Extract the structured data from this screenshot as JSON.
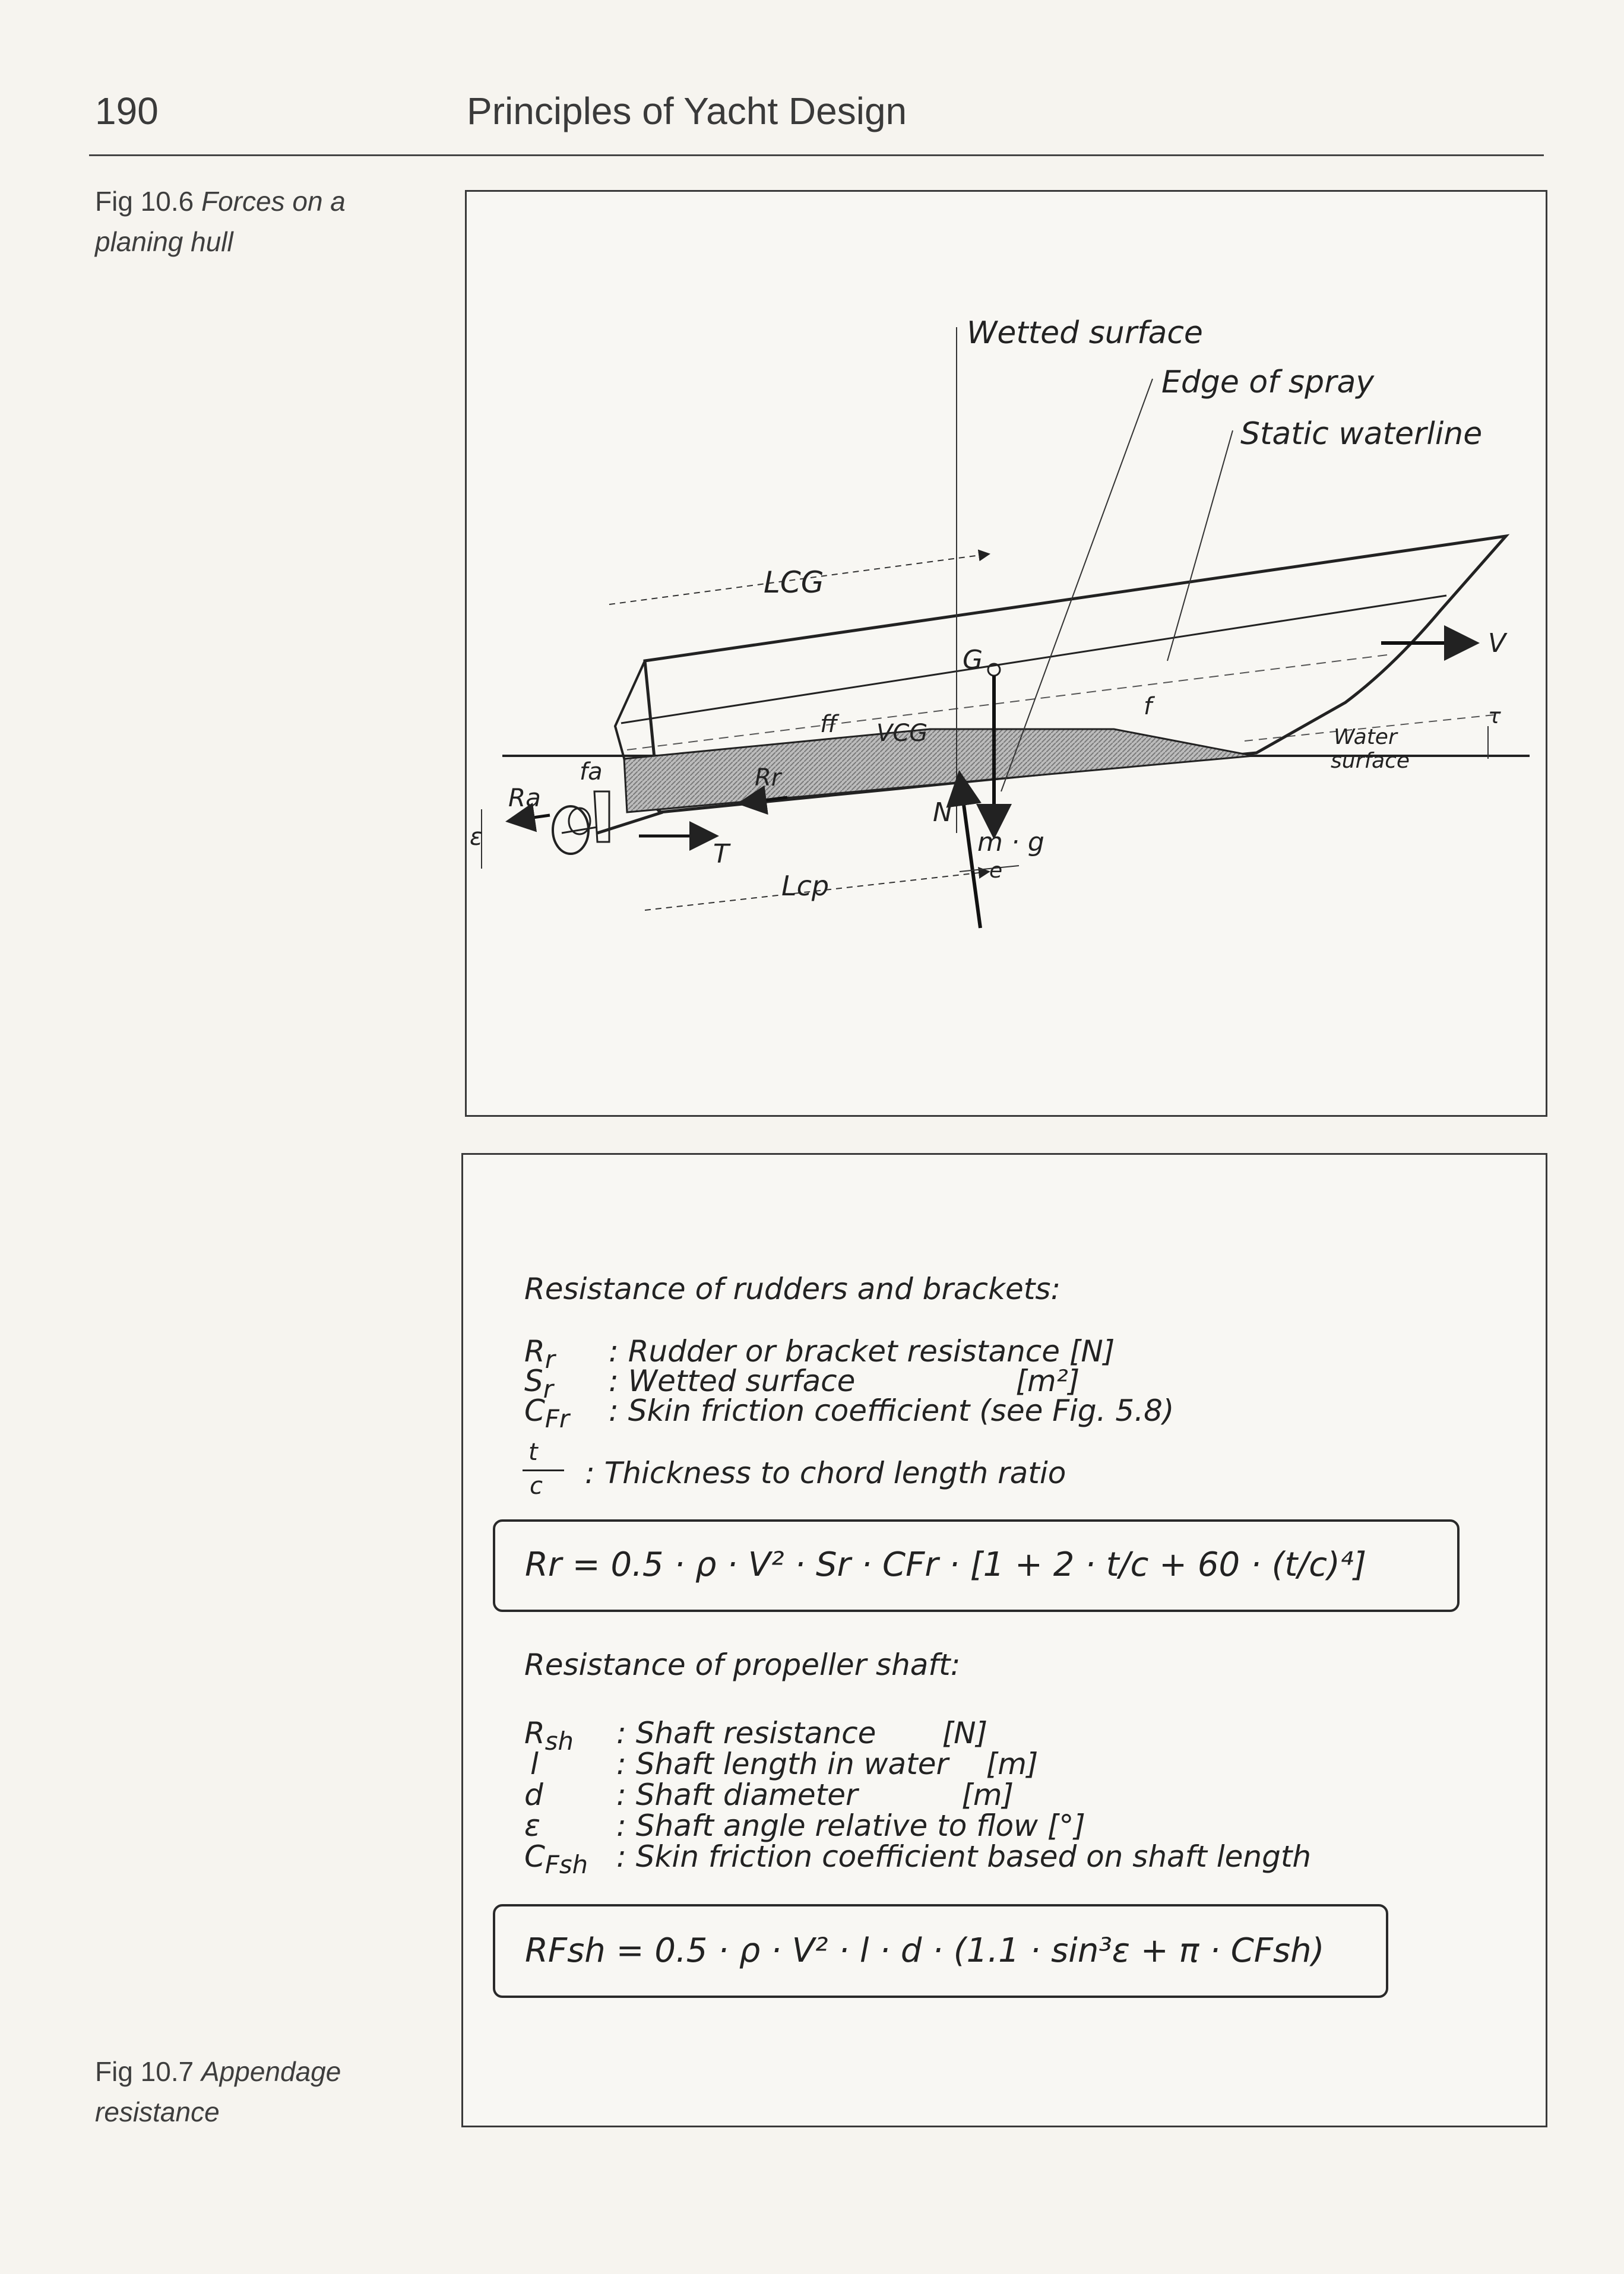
{
  "header": {
    "page_number": "190",
    "running_title": "Principles of Yacht Design"
  },
  "figures": {
    "fig1": {
      "label": "Fig 10.6",
      "title": "Forces on a planing hull"
    },
    "fig2": {
      "label": "Fig 10.7",
      "title": "Appendage resistance"
    }
  },
  "diagram_labels": {
    "wetted_surface": "Wetted surface",
    "edge_of_spray": "Edge of spray",
    "static_waterline": "Static waterline",
    "lcg": "LCG",
    "g": "G",
    "v": "V",
    "ff": "ff",
    "vcg": "VCG",
    "f": "f",
    "fa": "fa",
    "rr": "Rr",
    "ra": "Ra",
    "eps": "ε",
    "t_thrust": "T",
    "n": "N",
    "mg": "m · g",
    "e": "e",
    "lcp": "Lcp",
    "water": "Water",
    "surface": "surface",
    "tau": "τ"
  },
  "rudders": {
    "heading": "Resistance of rudders and brackets:",
    "defs": [
      {
        "sym": "R",
        "sub": "r",
        "desc": ": Rudder or bracket resistance [N]"
      },
      {
        "sym": "S",
        "sub": "r",
        "desc": ": Wetted surface                 [m²]"
      },
      {
        "sym": "C",
        "sub": "Fr",
        "desc": ": Skin friction coefficient (see Fig. 5.8)"
      }
    ],
    "ratio_num": "t",
    "ratio_den": "c",
    "ratio_desc": ": Thickness to chord length ratio",
    "formula": "Rr = 0.5 · ρ · V² · Sr · CFr · [1 + 2 · t/c + 60 · (t/c)⁴]"
  },
  "shaft": {
    "heading": "Resistance of propeller shaft:",
    "defs": [
      {
        "sym": "R",
        "sub": "sh",
        "desc": ": Shaft resistance       [N]"
      },
      {
        "sym": "l",
        "sub": "",
        "desc": ": Shaft length in water    [m]"
      },
      {
        "sym": "d",
        "sub": "",
        "desc": ": Shaft diameter           [m]"
      },
      {
        "sym": "ε",
        "sub": "",
        "desc": ": Shaft angle relative to flow [°]"
      },
      {
        "sym": "C",
        "sub": "Fsh",
        "desc": ": Skin friction coefficient based on shaft length"
      }
    ],
    "formula": "RFsh = 0.5 · ρ · V² · l · d · (1.1 · sin³ε + π · CFsh)"
  }
}
